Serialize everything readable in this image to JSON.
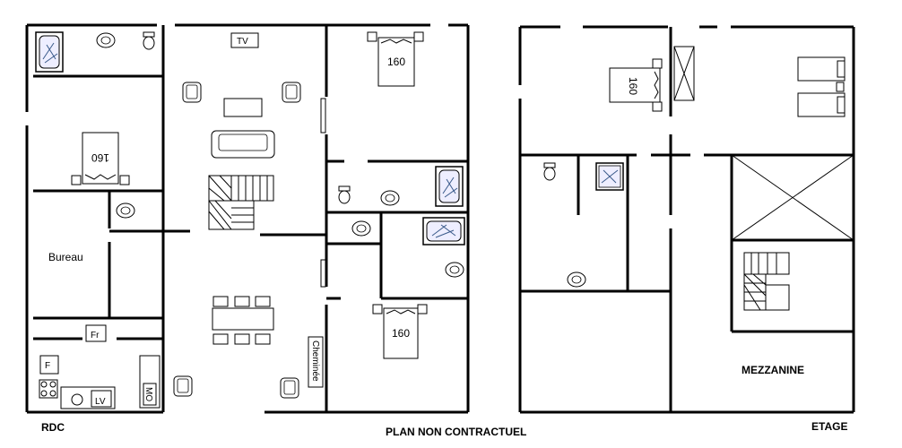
{
  "plan": {
    "ground_floor": {
      "title": "RDC",
      "rooms": {
        "office": "Bureau",
        "fridge": "Fr",
        "fireplace": "Cheminée",
        "tv": "TV",
        "washer": "LV",
        "microwave": "MO",
        "freezer": "F"
      },
      "beds": [
        "160",
        "160",
        "160"
      ]
    },
    "upper_floor": {
      "title": "ETAGE",
      "rooms": {
        "mezzanine": "MEZZANINE"
      },
      "beds": [
        "160"
      ]
    },
    "notice": "PLAN NON CONTRACTUEL"
  }
}
